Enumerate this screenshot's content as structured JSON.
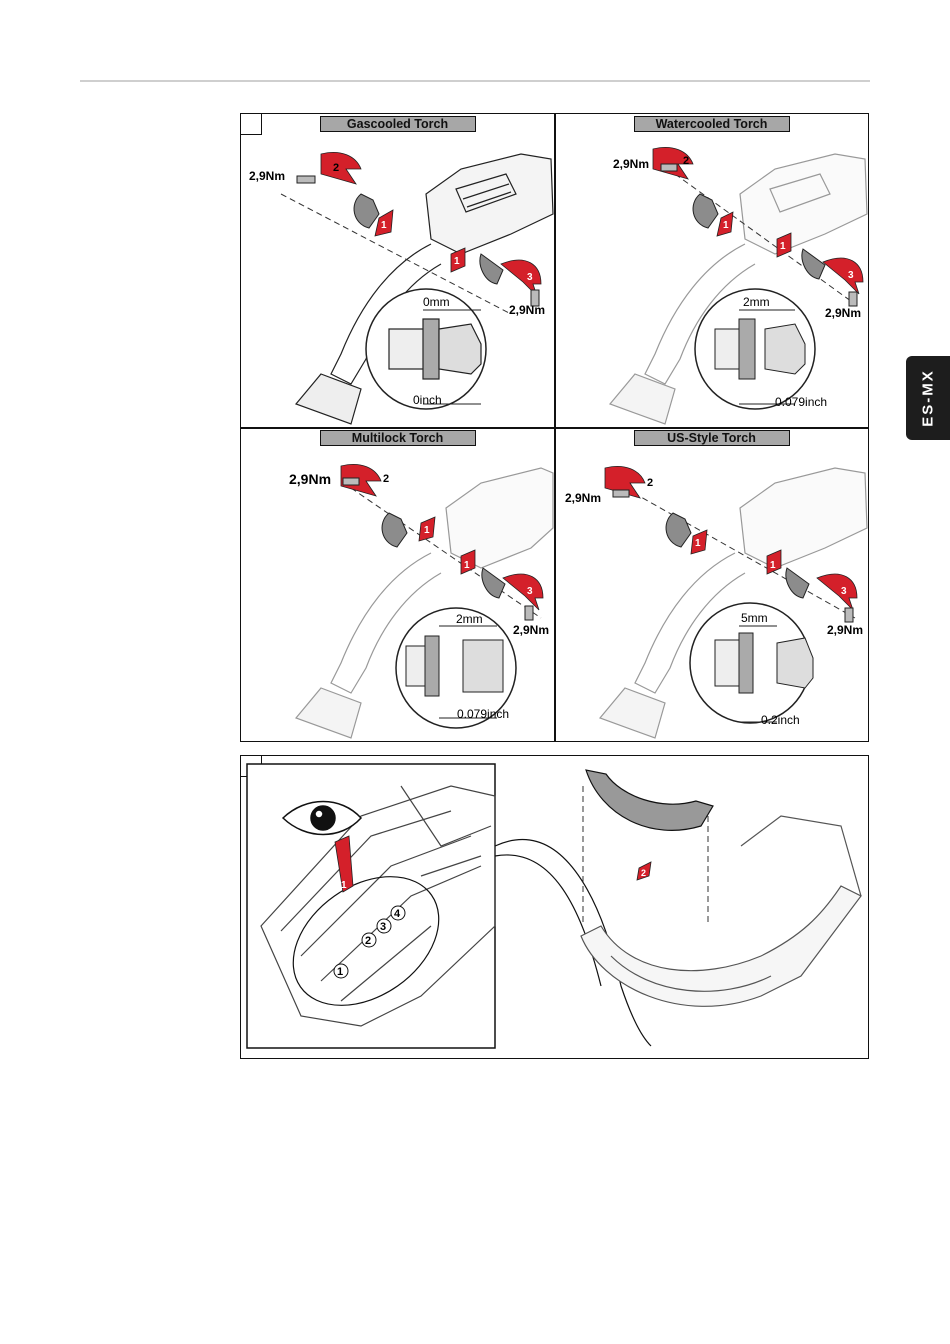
{
  "page": {
    "language_tab": "ES-MX"
  },
  "figure1": {
    "panels": [
      {
        "title": "Gascooled Torch",
        "torque_top": "2,9Nm",
        "torque_bottom": "2,9Nm",
        "gap_mm": "0mm",
        "gap_inch": "0inch",
        "steps": [
          "1",
          "1",
          "2",
          "3"
        ]
      },
      {
        "title": "Watercooled Torch",
        "torque_top": "2,9Nm",
        "torque_bottom": "2,9Nm",
        "gap_mm": "2mm",
        "gap_inch": "0.079inch",
        "steps": [
          "1",
          "1",
          "2",
          "3"
        ]
      },
      {
        "title": "Multilock Torch",
        "torque_top": "2,9Nm",
        "torque_bottom": "2,9Nm",
        "gap_mm": "2mm",
        "gap_inch": "0.079inch",
        "steps": [
          "1",
          "1",
          "2",
          "3"
        ]
      },
      {
        "title": "US-Style Torch",
        "torque_top": "2,9Nm",
        "torque_bottom": "2,9Nm",
        "gap_mm": "5mm",
        "gap_inch": "0.2inch",
        "steps": [
          "1",
          "1",
          "2",
          "3"
        ]
      }
    ]
  },
  "figure2": {
    "positions": [
      "1",
      "2",
      "3",
      "4"
    ],
    "step_left": "1",
    "step_right": "2"
  },
  "colors": {
    "arrow_red": "#d4202a",
    "title_fill": "#a7a7a7",
    "tab_fill": "#1d1d1d"
  }
}
